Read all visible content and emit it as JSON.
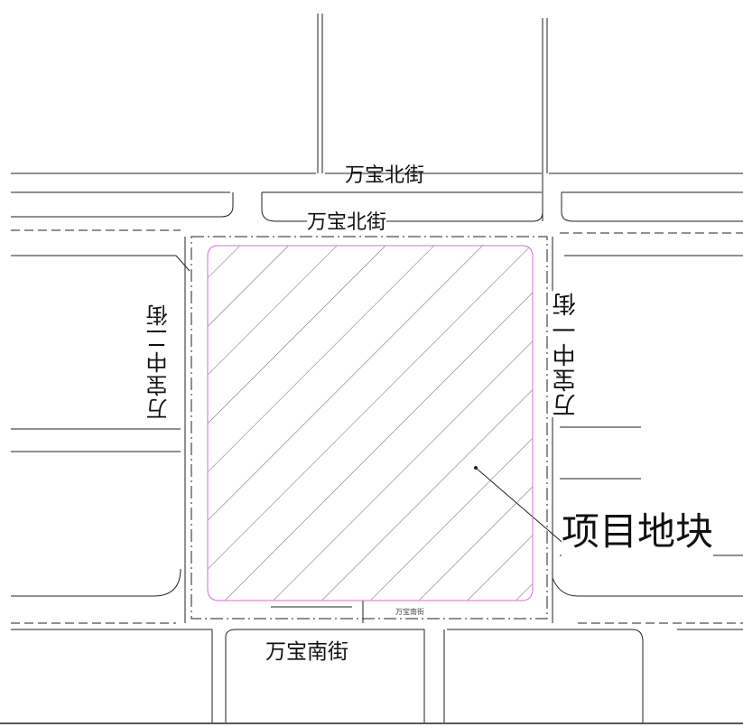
{
  "labels": {
    "north_street_outer": "万宝北街",
    "north_street_inner": "万宝北街",
    "west_street": "万宝中二街",
    "east_street": "万宝中一街",
    "project_plot": "项目地块",
    "south_street": "万宝南街",
    "south_street_small": "万宝南街"
  },
  "colors": {
    "lines": "#222222",
    "hatch": "#555555",
    "plot_boundary": "#d070d0"
  }
}
